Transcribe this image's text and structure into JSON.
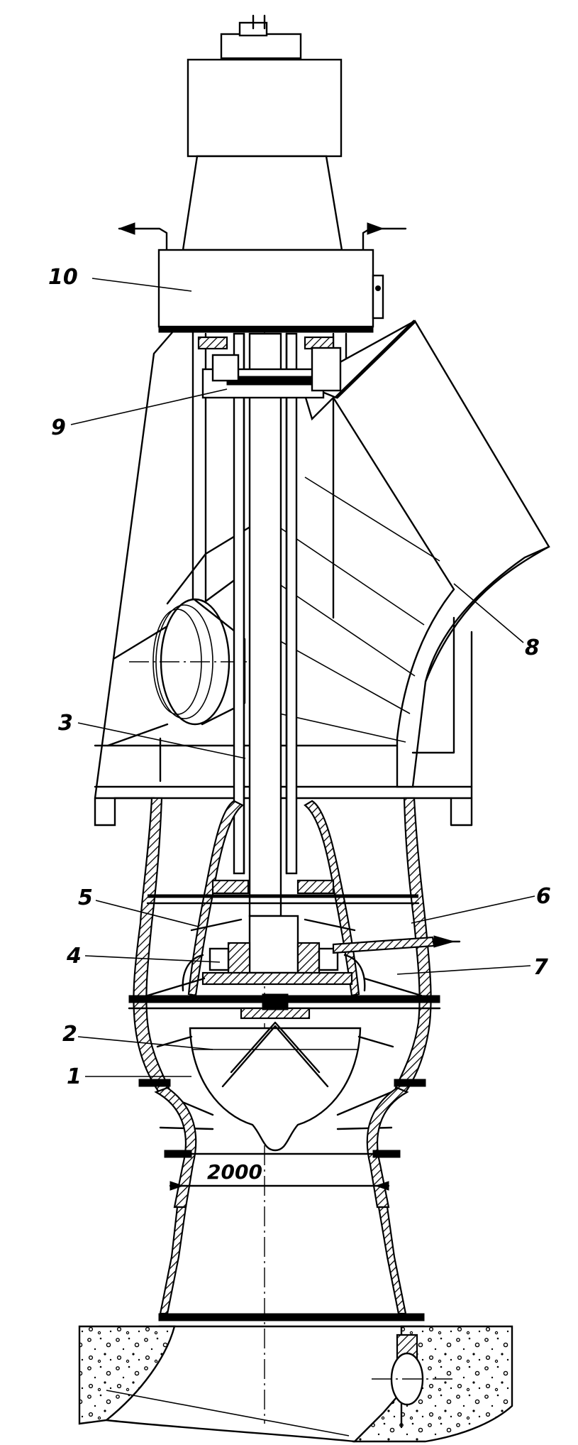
{
  "figure": {
    "callouts": [
      {
        "id": "c10",
        "text": "10"
      },
      {
        "id": "c9",
        "text": "9"
      },
      {
        "id": "c8",
        "text": "8"
      },
      {
        "id": "c3",
        "text": "3"
      },
      {
        "id": "c5",
        "text": "5"
      },
      {
        "id": "c6",
        "text": "6"
      },
      {
        "id": "c4",
        "text": "4"
      },
      {
        "id": "c7",
        "text": "7"
      },
      {
        "id": "c2",
        "text": "2"
      },
      {
        "id": "c1",
        "text": "1"
      }
    ],
    "dimension": {
      "text": "2000"
    }
  }
}
